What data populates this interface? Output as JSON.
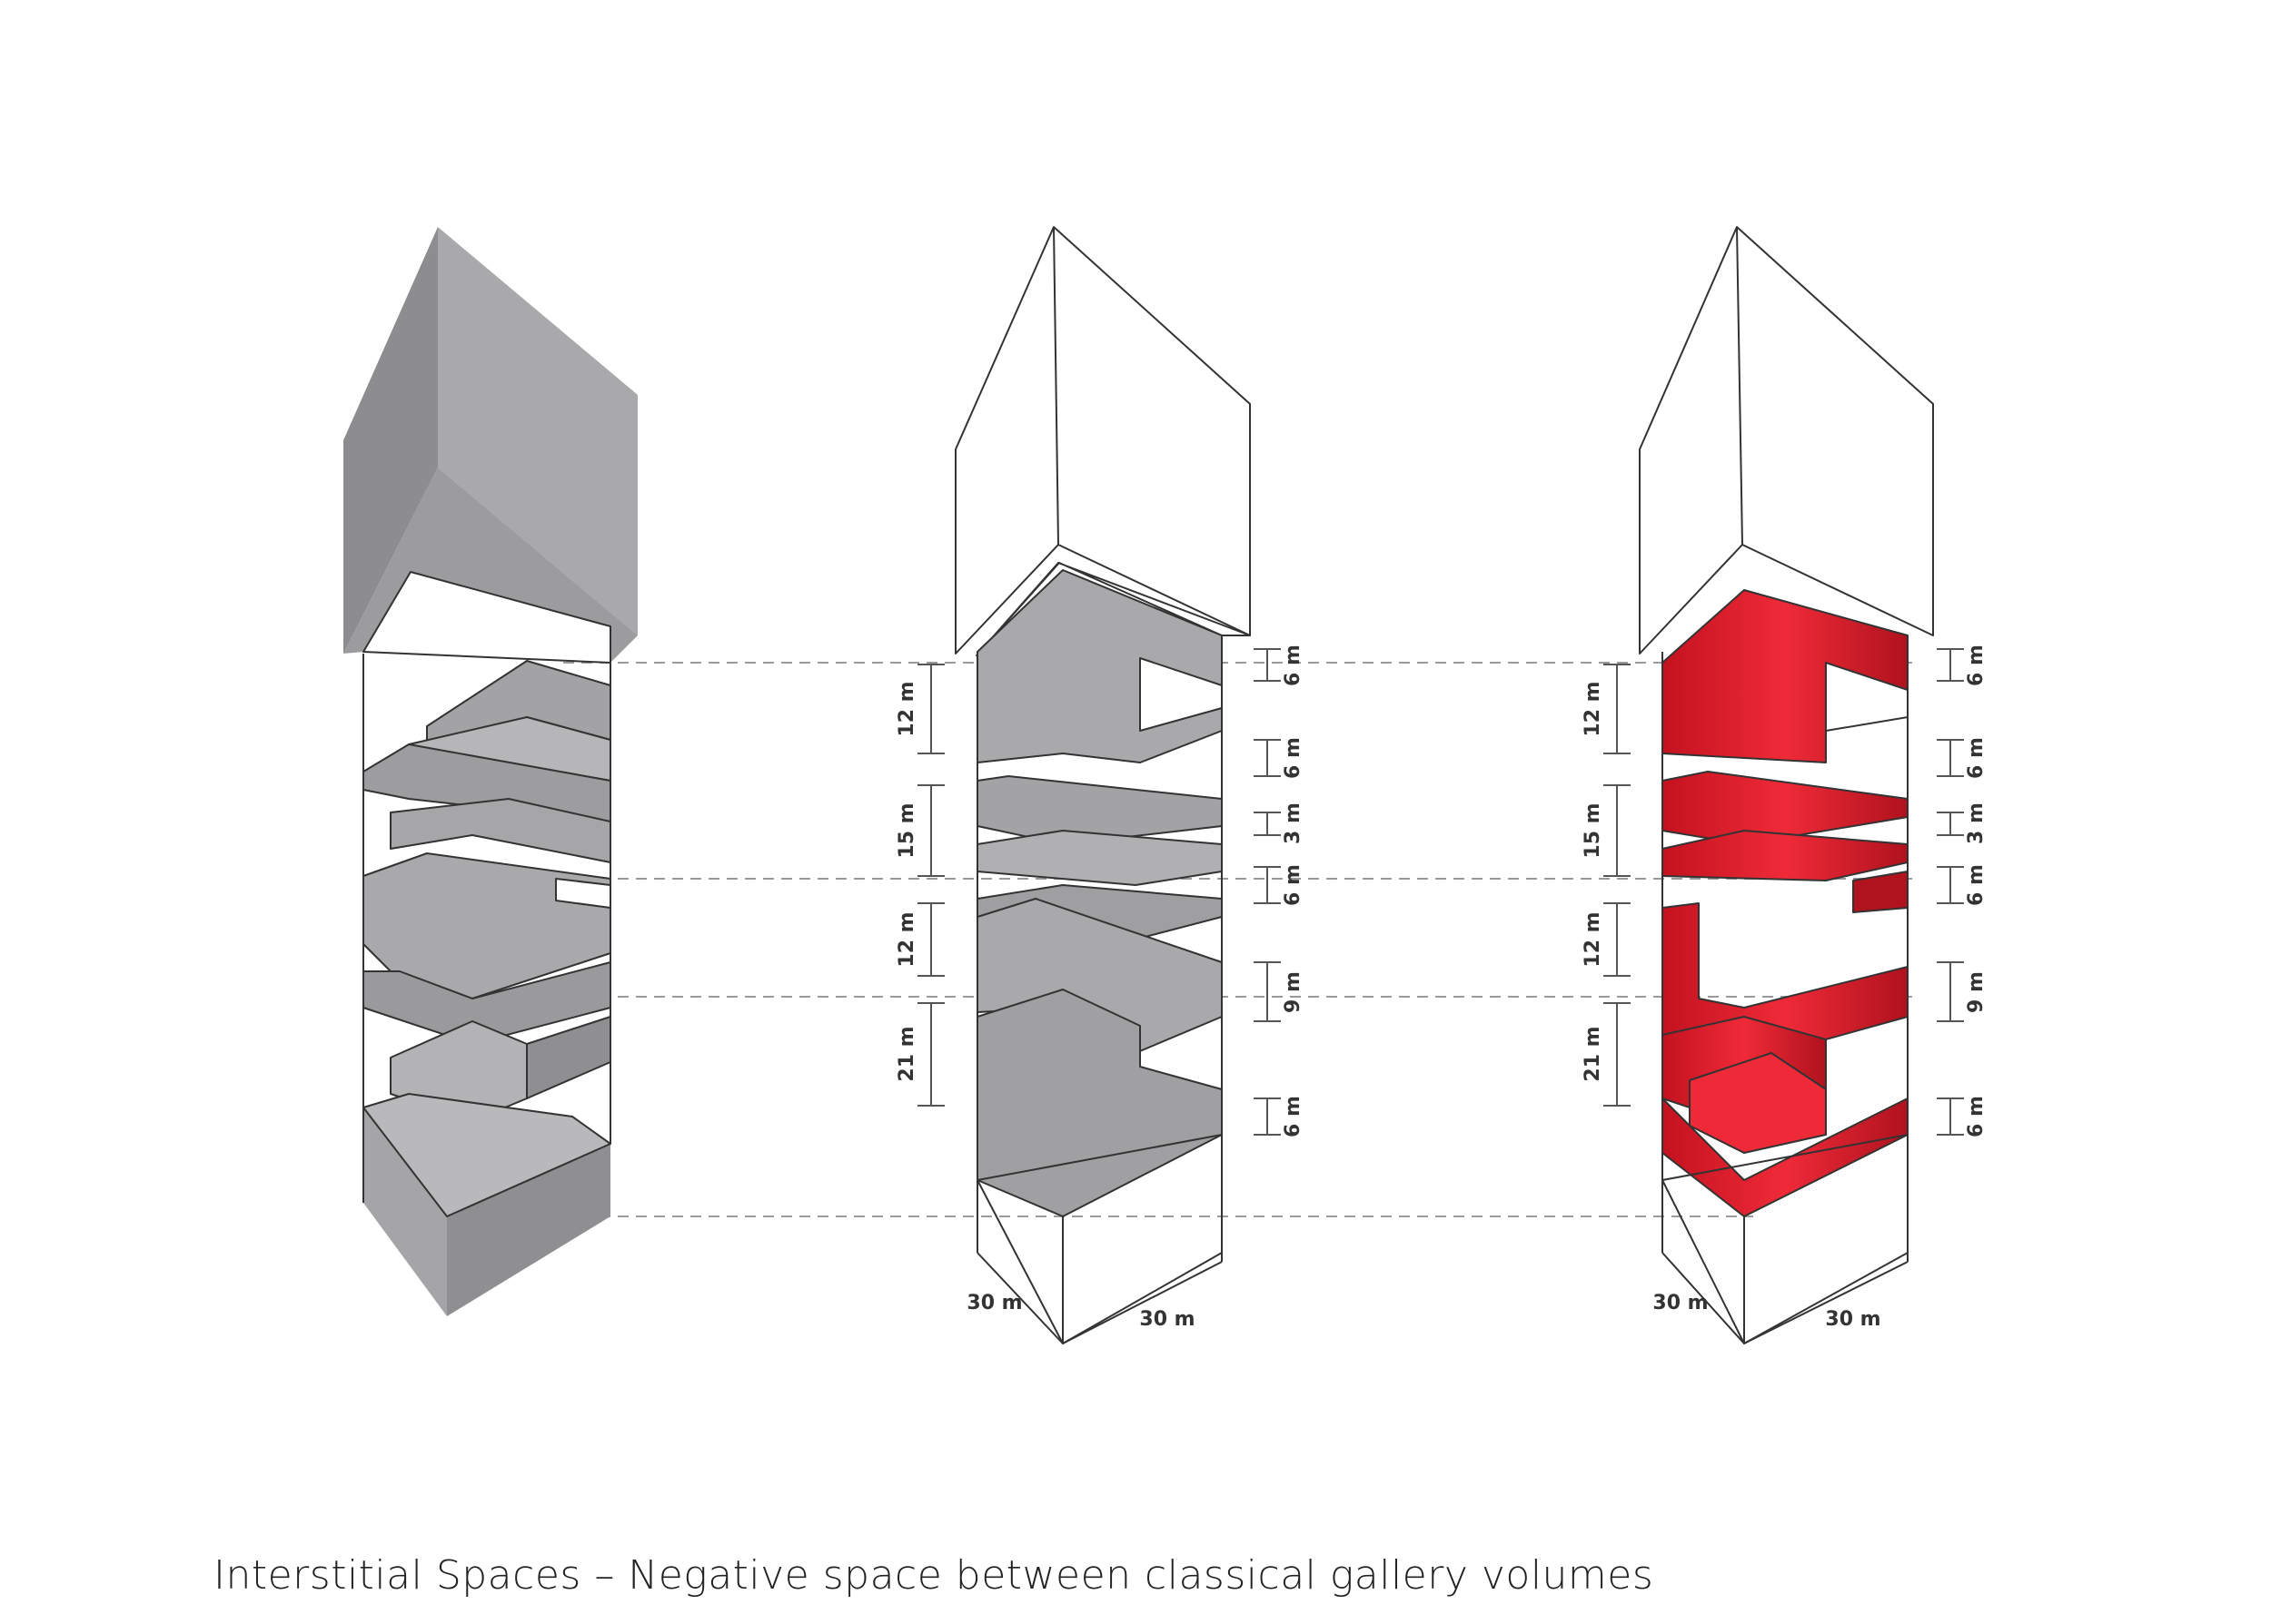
{
  "caption": "Interstitial Spaces – Negative space between classical gallery volumes",
  "colors": {
    "massing_gray": "#a9a9ab",
    "massing_dark": "#8d8d90",
    "massing_light": "#c4c4c6",
    "interstitial_red": "#e31b2b",
    "interstitial_dark": "#b0121e",
    "outline": "#333333",
    "guide_line": "#9a9a9a"
  },
  "left_dimensions": [
    "12 m",
    "15 m",
    "12 m",
    "21 m"
  ],
  "right_dimensions": [
    "6 m",
    "6 m",
    "3 m",
    "6 m",
    "9 m",
    "6 m"
  ],
  "base_dimensions": [
    "30 m",
    "30 m"
  ]
}
